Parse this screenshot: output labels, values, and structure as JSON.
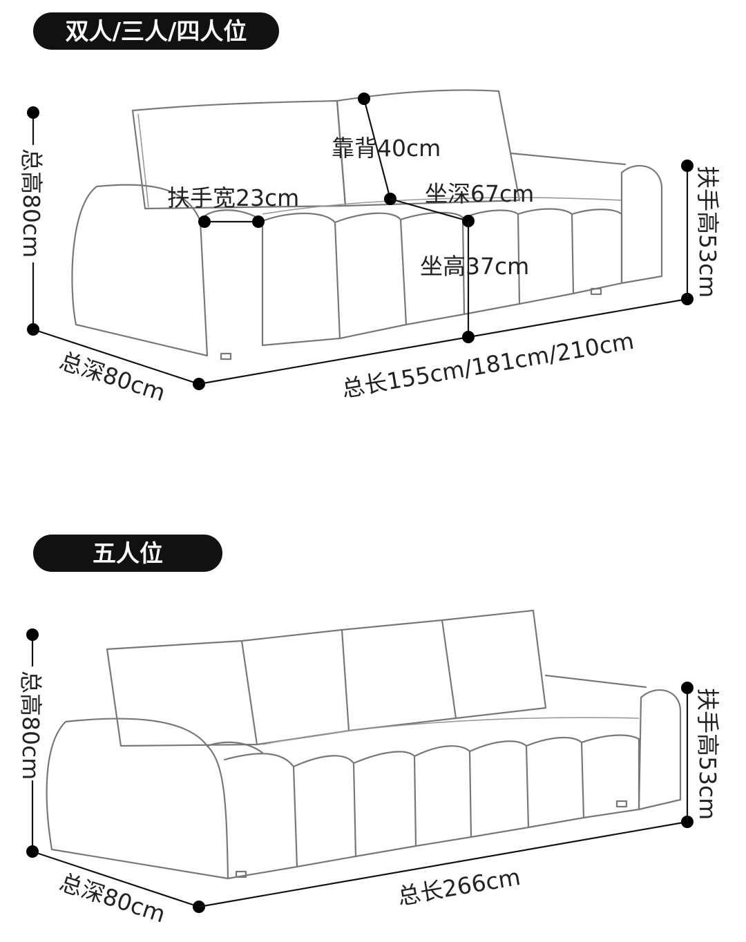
{
  "sections": [
    {
      "title": "双人/三人/四人位",
      "total_height": "总高80cm",
      "backrest": "靠背40cm",
      "armrest_width": "扶手宽23cm",
      "seat_depth": "坐深67cm",
      "seat_height": "坐高37cm",
      "armrest_height": "扶手高53cm",
      "total_depth": "总深80cm",
      "total_length": "总长155cm/181cm/210cm"
    },
    {
      "title": "五人位",
      "total_height": "总高80cm",
      "armrest_height": "扶手高53cm",
      "total_depth": "总深80cm",
      "total_length": "总长266cm"
    }
  ]
}
